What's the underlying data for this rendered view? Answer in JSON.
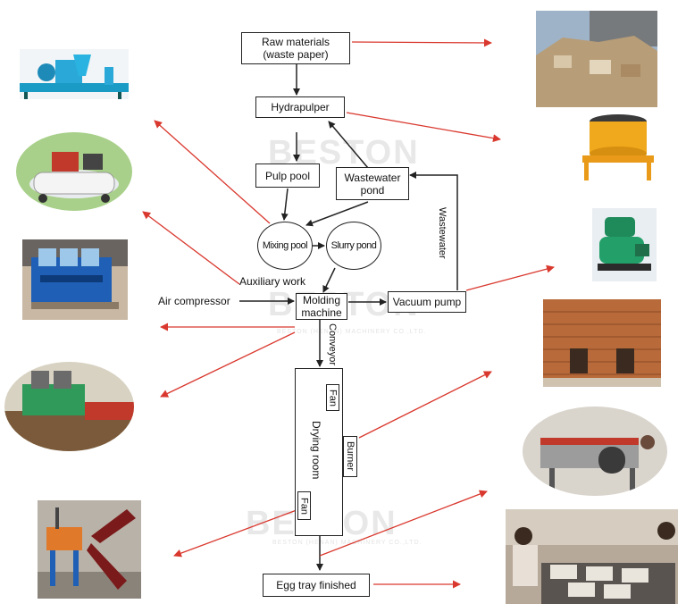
{
  "diagram": {
    "nodes": {
      "raw_materials": "Raw materials\n(waste paper)",
      "hydrapulper": "Hydrapulper",
      "pulp_pool": "Pulp pool",
      "wastewater_pond": "Wastewater\npond",
      "mixing_pool": "Mixing pool",
      "slurry_pond": "Slurry pond",
      "molding_machine": "Molding\nmachine",
      "vacuum_pump": "Vacuum pump",
      "drying_room": "Drying room",
      "fan_top": "Fan",
      "fan_bottom": "Fan",
      "burner": "Burner",
      "egg_tray_finished": "Egg tray finished"
    },
    "labels": {
      "auxiliary_work": "Auxiliary work",
      "air_compressor": "Air compressor",
      "wastewater": "Wastewater",
      "conveyor": "Conveyor"
    },
    "watermark": {
      "brand": "BESTON",
      "sub": "BESTON (HENAN) MACHINERY CO.,LTD."
    }
  },
  "colors": {
    "flow_arrow": "#222222",
    "pointer_arrow": "#d9382e",
    "box_border": "#222222",
    "watermark": "#e8e8e8"
  },
  "photos": [
    "pulper-machine-photo",
    "air-compressor-photo",
    "molding-machine-photo",
    "forming-line-photo",
    "fan-photo",
    "waste-paper-pile-photo",
    "pulp-mixer-photo",
    "vacuum-pump-photo",
    "brick-drying-room-photo",
    "metal-drying-line-photo",
    "finished-egg-trays-photo"
  ]
}
